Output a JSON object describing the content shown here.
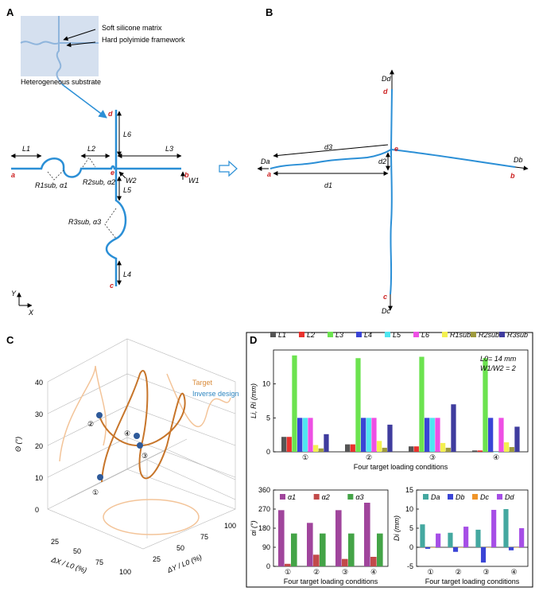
{
  "panels": {
    "A": {
      "label": "A",
      "callouts": [
        "Soft silicone matrix",
        "Hard polyimide framework",
        "Heterogeneous substrate"
      ],
      "dims": [
        "L1",
        "L2",
        "L3",
        "L4",
        "L5",
        "L6",
        "W1",
        "W2"
      ],
      "radii": [
        "R1sub, α1",
        "R2sub, α2",
        "R3sub, α3"
      ],
      "nodes": [
        "a",
        "b",
        "c",
        "d",
        "e"
      ],
      "axes": [
        "Y",
        "X"
      ]
    },
    "B": {
      "label": "B",
      "dims": [
        "d1",
        "d2",
        "d3",
        "Da",
        "Db",
        "Dc",
        "Dd"
      ],
      "nodes": [
        "a",
        "b",
        "c",
        "d",
        "e"
      ]
    },
    "C": {
      "label": "C",
      "legend": [
        "Target",
        "Inverse design"
      ],
      "colors": {
        "target": "#d98b3a",
        "inverse": "#2e86c1"
      },
      "zlabel": "Θ (°)",
      "xlabel": "ΔX / L0 (%)",
      "ylabel": "ΔY / L0 (%)",
      "zticks": [
        "0",
        "10",
        "20",
        "30",
        "40"
      ],
      "xticks": [
        "100",
        "75",
        "50",
        "25"
      ],
      "yticks": [
        "25",
        "50",
        "75",
        "100"
      ],
      "markers": [
        "①",
        "②",
        "③",
        "④"
      ]
    },
    "D": {
      "label": "D"
    }
  },
  "chart_data": [
    {
      "type": "bar",
      "title": "",
      "xlabel": "Four target loading conditions",
      "ylabel": "Li, Ri (mm)",
      "ylim": [
        0,
        15
      ],
      "yticks": [
        0,
        5,
        10
      ],
      "annotation": [
        "L0= 14 mm",
        "W1/W2 = 2"
      ],
      "categories": [
        "①",
        "②",
        "③",
        "④"
      ],
      "series": [
        {
          "name": "L1",
          "color": "#555555",
          "values": [
            2.2,
            1.1,
            0.8,
            0.2
          ]
        },
        {
          "name": "L2",
          "color": "#e8322d",
          "values": [
            2.2,
            1.1,
            0.8,
            0.2
          ]
        },
        {
          "name": "L3",
          "color": "#6ce34f",
          "values": [
            14.2,
            13.8,
            14.0,
            13.8
          ]
        },
        {
          "name": "L4",
          "color": "#3a44d6",
          "values": [
            5.0,
            5.0,
            5.0,
            5.0
          ]
        },
        {
          "name": "L5",
          "color": "#4fe6f0",
          "values": [
            5.0,
            5.0,
            5.0,
            0
          ]
        },
        {
          "name": "L6",
          "color": "#ee4fe4",
          "values": [
            5.0,
            5.0,
            5.0,
            5.0
          ]
        },
        {
          "name": "R1sub",
          "color": "#f3f050",
          "values": [
            1.0,
            1.6,
            1.3,
            1.4
          ]
        },
        {
          "name": "R2sub",
          "color": "#9e9a3d",
          "values": [
            0.5,
            0.6,
            0.6,
            0.7
          ]
        },
        {
          "name": "R3sub",
          "color": "#3f3c9e",
          "values": [
            2.6,
            4.0,
            7.0,
            3.7
          ]
        }
      ]
    },
    {
      "type": "bar",
      "title": "",
      "xlabel": "Four target loading conditions",
      "ylabel": "αi (°)",
      "ylim": [
        0,
        360
      ],
      "yticks": [
        0,
        90,
        180,
        270,
        360
      ],
      "categories": [
        "①",
        "②",
        "③",
        "④"
      ],
      "series": [
        {
          "name": "α1",
          "color": "#a0459c",
          "values": [
            265,
            205,
            265,
            300
          ]
        },
        {
          "name": "α2",
          "color": "#c24a4a",
          "values": [
            12,
            55,
            35,
            45
          ]
        },
        {
          "name": "α3",
          "color": "#44a447",
          "values": [
            155,
            155,
            155,
            155
          ]
        }
      ]
    },
    {
      "type": "bar",
      "title": "",
      "xlabel": "Four target loading conditions",
      "ylabel": "Di (mm)",
      "ylim": [
        -5,
        15
      ],
      "yticks": [
        -5,
        0,
        5,
        10,
        15
      ],
      "categories": [
        "①",
        "②",
        "③",
        "④"
      ],
      "series": [
        {
          "name": "Da",
          "color": "#44a8a0",
          "values": [
            6.0,
            3.8,
            4.6,
            10.0
          ]
        },
        {
          "name": "Db",
          "color": "#3a44d6",
          "values": [
            -0.4,
            -1.2,
            -4.0,
            -0.8
          ]
        },
        {
          "name": "Dc",
          "color": "#f0952a",
          "values": [
            0,
            0,
            0,
            0
          ]
        },
        {
          "name": "Dd",
          "color": "#a64ee6",
          "values": [
            3.6,
            5.4,
            9.8,
            5.0
          ]
        }
      ]
    }
  ]
}
